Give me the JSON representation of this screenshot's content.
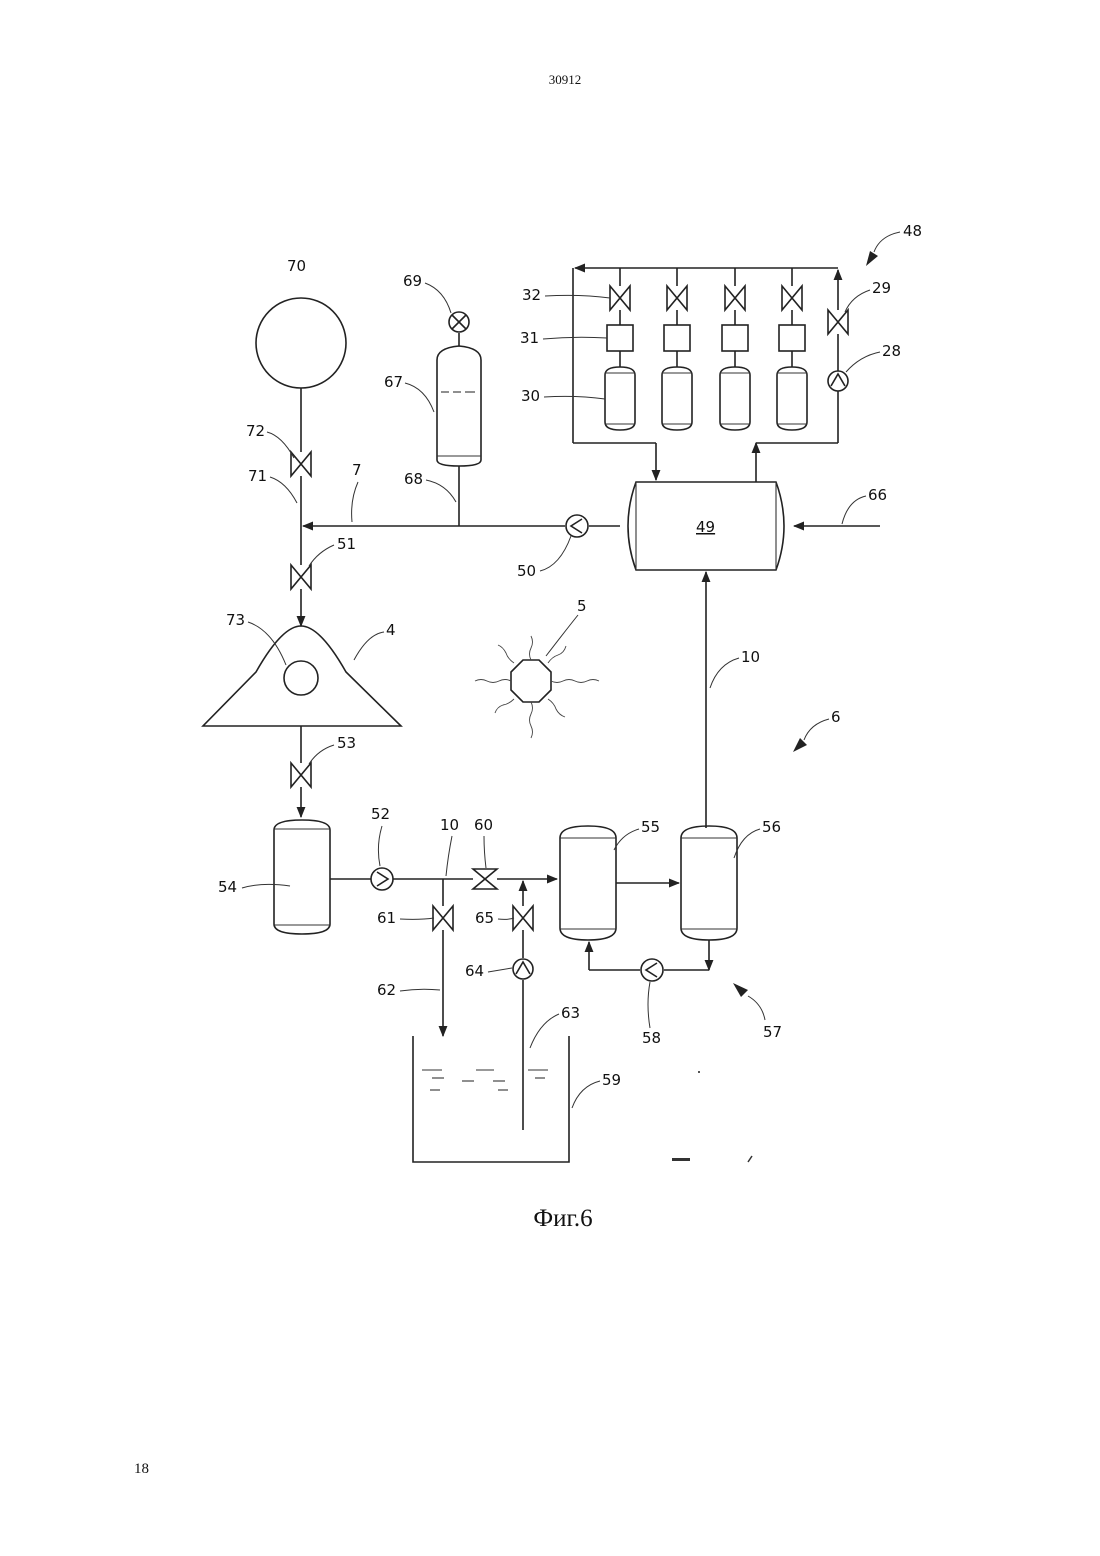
{
  "document": {
    "doc_number": "30912",
    "page_number": "18",
    "figure_caption": "Фиг.6"
  },
  "labels": {
    "l4": "4",
    "l5": "5",
    "l6": "6",
    "l7": "7",
    "l10a": "10",
    "l10b": "10",
    "l28": "28",
    "l29": "29",
    "l30": "30",
    "l31": "31",
    "l32": "32",
    "l48": "48",
    "l49": "49",
    "l50": "50",
    "l51": "51",
    "l52": "52",
    "l53": "53",
    "l54": "54",
    "l55": "55",
    "l56": "56",
    "l57": "57",
    "l58": "58",
    "l59": "59",
    "l60": "60",
    "l61": "61",
    "l62": "62",
    "l63": "63",
    "l64": "64",
    "l65": "65",
    "l66": "66",
    "l67": "67",
    "l68": "68",
    "l69": "69",
    "l70": "70",
    "l71": "71",
    "l72": "72",
    "l73": "73"
  },
  "diagram": {
    "line_color": "#222222",
    "background": "#ffffff"
  }
}
